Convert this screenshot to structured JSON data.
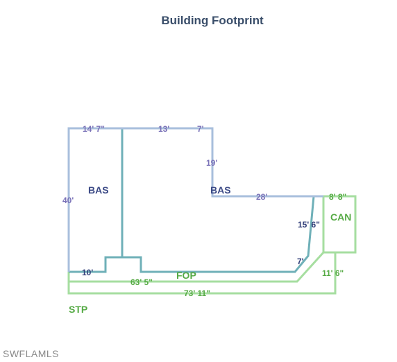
{
  "title": "Building Footprint",
  "colors": {
    "bas_outline": "#a8bfdc",
    "stp_outline": "#a6dea0",
    "fop_outline": "#6fb0b8",
    "stp_label": "#4da838",
    "bas_label": "#3c4a86",
    "dim_label": "#7a72b8"
  },
  "areas": {
    "bas_left": "BAS",
    "bas_right": "BAS",
    "fop": "FOP",
    "can": "CAN",
    "stp": "STP"
  },
  "dimensions": {
    "top_left": "14' 7\"",
    "top_middle": "13'",
    "top_right": "7'",
    "left_side": "40'",
    "step_down": "19'",
    "bas_right_bottom": "28'",
    "diagonal": "15' 6\"",
    "bottom_left": "10'",
    "small_diagonal": "7'",
    "can_top": "8' 8\"",
    "can_side": "11' 6\"",
    "fop_bottom": "63' 5\"",
    "stp_bottom": "73' 11\""
  },
  "watermark": "SWFLAMLS"
}
